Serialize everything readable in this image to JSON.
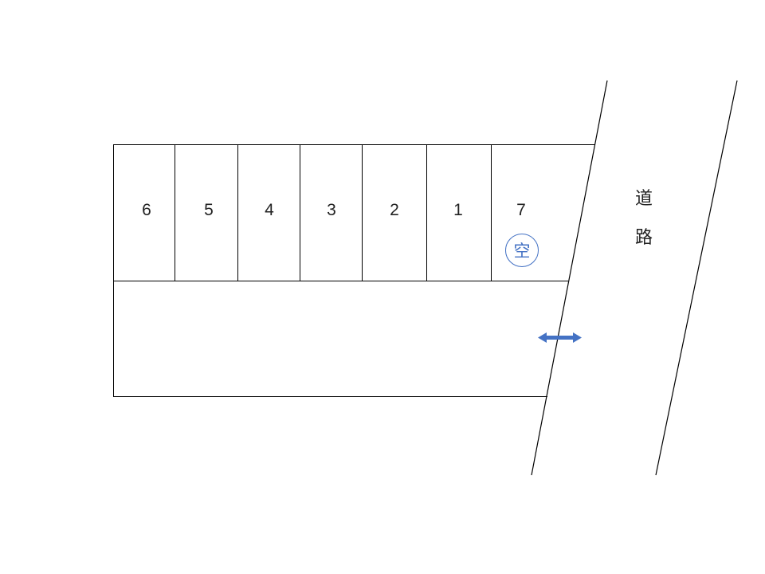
{
  "diagram": {
    "type": "parking-lot-layout",
    "spaces": [
      {
        "label": "6"
      },
      {
        "label": "5"
      },
      {
        "label": "4"
      },
      {
        "label": "3"
      },
      {
        "label": "2"
      },
      {
        "label": "1"
      },
      {
        "label": "7",
        "status": "空"
      }
    ],
    "road": {
      "label_line1": "道",
      "label_line2": "路"
    },
    "entrance_arrow": {
      "color": "#4472c4",
      "direction": "bidirectional"
    },
    "colors": {
      "line": "#000000",
      "accent": "#4472c4"
    }
  }
}
